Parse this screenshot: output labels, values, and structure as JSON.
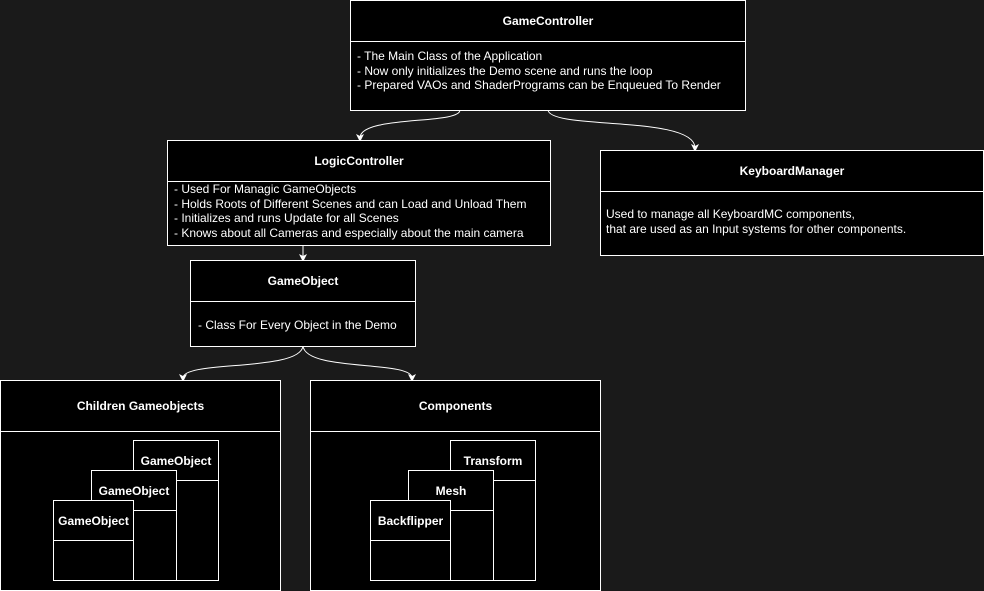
{
  "game_controller": {
    "title": "GameController",
    "lines": [
      "- The Main Class of the Application",
      "- Now only initializes the Demo scene and runs the loop",
      "- Prepared VAOs and ShaderPrograms can be Enqueued To Render"
    ]
  },
  "logic_controller": {
    "title": "LogicController",
    "lines": [
      "- Used For Managic GameObjects",
      "- Holds Roots of Different Scenes and can Load and Unload Them",
      "- Initializes and runs Update for all Scenes",
      "- Knows about all Cameras and especially about the main camera"
    ]
  },
  "keyboard_manager": {
    "title": "KeyboardManager",
    "lines": [
      "Used to manage all KeyboardMC components,",
      "that are used as an Input systems for other components."
    ]
  },
  "game_object": {
    "title": "GameObject",
    "lines": [
      "- Class For Every Object in the Demo"
    ]
  },
  "children": {
    "title": "Children Gameobjects",
    "items": [
      "GameObject",
      "GameObject",
      "GameObject"
    ]
  },
  "components": {
    "title": "Components",
    "items": [
      "Transform",
      "Mesh",
      "Backflipper"
    ]
  },
  "colors": {
    "background": "#1a1a1a",
    "box_fill": "#000000",
    "stroke": "#ffffff"
  }
}
